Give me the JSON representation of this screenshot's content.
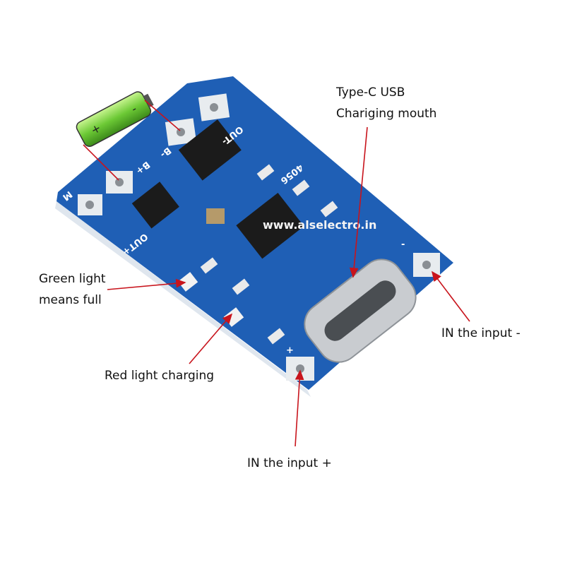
{
  "labels": {
    "type_c_line1": "Type-C USB",
    "type_c_line2": "Chariging mouth",
    "green_line1": "Green light",
    "green_line2": "means full",
    "red_light": "Red light charging",
    "in_minus": "IN the input -",
    "in_plus": "IN the input +"
  },
  "board": {
    "silk_out_minus": "OUT-",
    "silk_b_minus": "B-",
    "silk_b_plus": "B+",
    "silk_out_plus": "OUT+",
    "silk_chip": "4056",
    "silk_m": "M",
    "silk_plus": "+",
    "silk_minus": "-",
    "watermark": "www.alselectro.in"
  },
  "battery": {
    "plus": "+",
    "minus": "-"
  },
  "colors": {
    "board": "#1f5fb5",
    "arrow": "#c8141c",
    "battery": "#7bd640"
  }
}
